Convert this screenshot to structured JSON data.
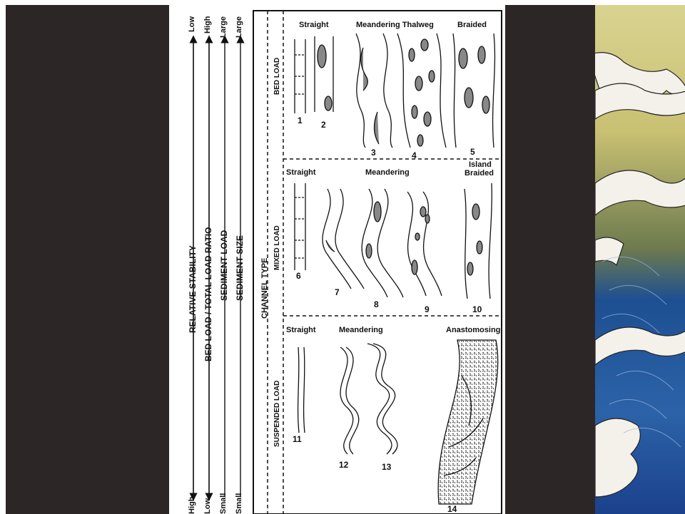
{
  "axes": {
    "stability": {
      "label": "RELATIVE STABILITY",
      "top": "Low",
      "bottom": "High"
    },
    "ratio": {
      "label": "BED LOAD / TOTAL LOAD RATIO",
      "top": "High",
      "bottom": "Low"
    },
    "load": {
      "label": "SEDIMENT LOAD",
      "top": "Large",
      "bottom": "Small"
    },
    "size": {
      "label": "SEDIMENT SIZE",
      "top": "Large",
      "bottom": "Small"
    }
  },
  "channel_type_label": "CHANNEL   TYPE",
  "rows": [
    {
      "label": "BED LOAD",
      "headers": [
        "Straight",
        "Meandering Thalweg",
        "Braided"
      ],
      "numbers": [
        "1",
        "2",
        "3",
        "4",
        "5"
      ]
    },
    {
      "label": "MIXED LOAD",
      "headers": [
        "Straight",
        "Meandering",
        "Island",
        "Braided"
      ],
      "numbers": [
        "6",
        "7",
        "8",
        "9",
        "10"
      ]
    },
    {
      "label": "SUSPENDED LOAD",
      "headers": [
        "Straight",
        "Meandering",
        "Anastomosing"
      ],
      "numbers": [
        "11",
        "12",
        "13",
        "14"
      ]
    }
  ]
}
